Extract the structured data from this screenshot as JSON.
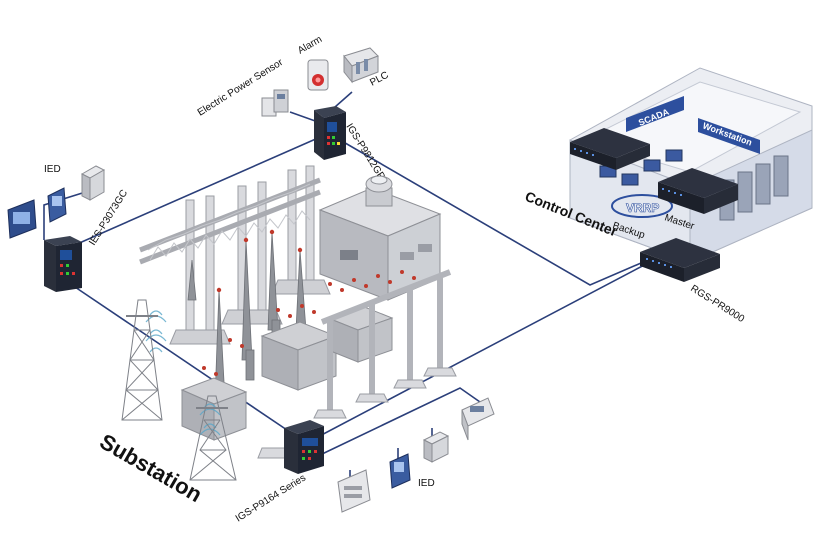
{
  "labels": {
    "electric_power_sensor": "Electric Power Sensor",
    "alarm": "Alarm",
    "plc": "PLC",
    "igs_p9812gp": "IGS-P9812GP",
    "ied_top": "IED",
    "ies_p3073gc": "IES-P3073GC",
    "control_center": "Control Center",
    "scada": "SCADA",
    "workstation": "Workstation",
    "vrrp": "VRRP",
    "backup": "Backup",
    "master": "Master",
    "rgs_pr9000": "RGS-PR9000",
    "substation": "Substation",
    "igs_p9164": "IGS-P9164 Series",
    "ied_bottom": "IED"
  },
  "colors": {
    "link": "#2b3f7a",
    "switch_dark": "#1f2533",
    "switch_blue": "#1f4f9a",
    "structure": "#d9dade",
    "structure_dark": "#9a9ca3",
    "room_blue": "#c9d4ea",
    "banner_blue": "#2d4f9e",
    "ring_red": "#c0392b"
  }
}
